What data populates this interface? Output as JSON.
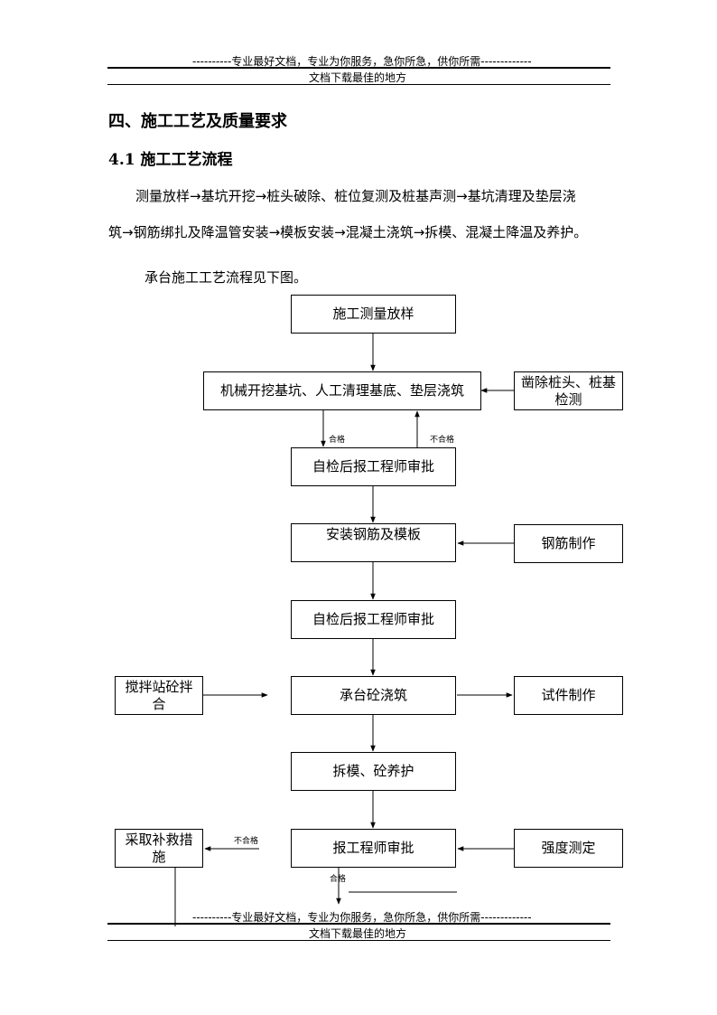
{
  "header": {
    "slogan": "----------专业最好文档，专业为你服务，急你所急，供你所需-------------",
    "subtitle": "文档下载最佳的地方"
  },
  "footer": {
    "slogan": "----------专业最好文档，专业为你服务，急你所急，供你所需-------------",
    "subtitle": "文档下载最佳的地方"
  },
  "section": {
    "title": "四、施工工艺及质量要求",
    "subtitle": "4.1  施工工艺流程",
    "para_line1": "测量放样→基坑开挖→桩头破除、桩位复测及桩基声测→基坑清理及垫层浇",
    "para_line2": "筑→钢筋绑扎及降温管安装→模板安装→混凝土浇筑→拆模、混凝土降温及养护。",
    "caption": "承台施工工艺流程见下图。"
  },
  "flow": {
    "survey": "施工测量放样",
    "excavate": "机械开挖基坑、人工清理基底、垫层浇筑",
    "pile_line1": "凿除桩头、桩基",
    "pile_line2": "检测",
    "inspect1": "自检后报工程师审批",
    "install": "安装钢筋及模板",
    "rebar": "钢筋制作",
    "inspect2": "自检后报工程师审批",
    "mix_line1": "搅拌站砼拌",
    "mix_line2": "合",
    "pour": "承台砼浇筑",
    "specimen": "试件制作",
    "demold": "拆模、砼养护",
    "remedy_line1": "采取补救措",
    "remedy_line2": "施",
    "approve": "报工程师审批",
    "strength": "强度测定",
    "pass1": "合格",
    "fail1": "不合格",
    "fail2": "不合格",
    "pass2": "合格"
  }
}
